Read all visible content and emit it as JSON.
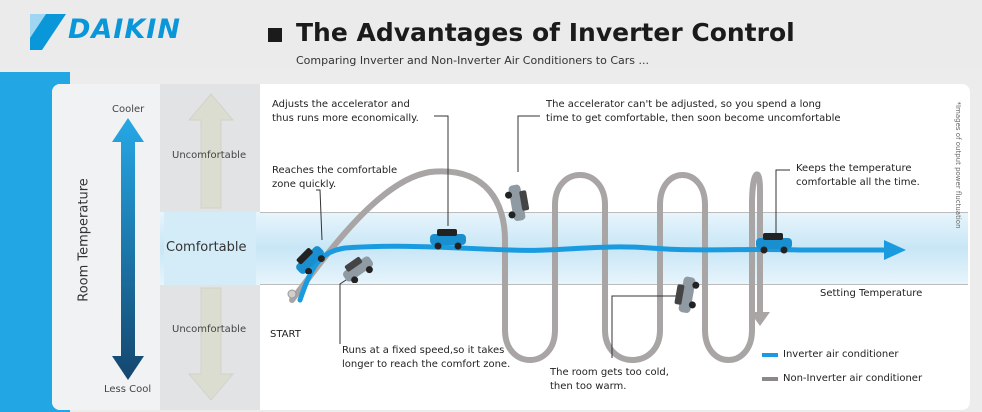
{
  "brand": {
    "name": "DAIKIN"
  },
  "header": {
    "title": "The Advantages of Inverter Control",
    "subtitle": "Comparing Inverter and Non-Inverter Air Conditioners to Cars ..."
  },
  "axis": {
    "label": "Room Temperature",
    "top": "Cooler",
    "bottom": "Less Cool"
  },
  "zones": {
    "upper": "Uncomfortable",
    "middle": "Comfortable",
    "lower": "Uncomfortable"
  },
  "labels": {
    "start": "START",
    "setting": "Setting Temperature",
    "side_note": "*Images of output power fluctuation"
  },
  "annotations": {
    "accelerator_line1": "Adjusts the accelerator and",
    "accelerator_line2": "thus runs more economically.",
    "quick_line1": "Reaches the comfortable",
    "quick_line2": "zone quickly.",
    "cant_adjust_line1": "The accelerator can't be adjusted, so you spend a long",
    "cant_adjust_line2": "time to get comfortable, then soon become uncomfortable",
    "keeps_line1": "Keeps the temperature",
    "keeps_line2": "comfortable all the time.",
    "fixed_line1": "Runs at a fixed speed,so it takes",
    "fixed_line2": "longer to reach the comfort zone.",
    "cold_line1": "The room gets too cold,",
    "cold_line2": "then too warm."
  },
  "legend": {
    "inverter": "Inverter air conditioner",
    "non_inverter": "Non-Inverter air conditioner"
  },
  "colors": {
    "inverter": "#1a9be0",
    "non_inverter": "#8c8888",
    "brand": "#0a97d9",
    "band": "#cfe9f7"
  }
}
